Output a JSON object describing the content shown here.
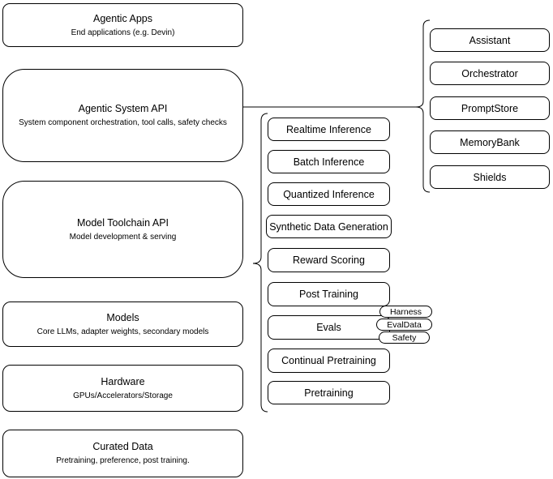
{
  "diagram": {
    "stack": [
      {
        "title": "Agentic Apps",
        "subtitle": "End applications (e.g. Devin)"
      },
      {
        "title": "Agentic System API",
        "subtitle": "System component orchestration, tool calls, safety checks"
      },
      {
        "title": "Model Toolchain API",
        "subtitle": "Model development & serving"
      },
      {
        "title": "Models",
        "subtitle": "Core LLMs, adapter weights, secondary models"
      },
      {
        "title": "Hardware",
        "subtitle": "GPUs/Accelerators/Storage"
      },
      {
        "title": "Curated Data",
        "subtitle": "Pretraining, preference, post training."
      }
    ],
    "toolchain_group": {
      "items": [
        "Realtime Inference",
        "Batch Inference",
        "Quantized Inference",
        "Synthetic Data Generation",
        "Reward Scoring",
        "Post Training",
        "Evals",
        "Continual Pretraining",
        "Pretraining"
      ],
      "evals_tags": [
        "Harness",
        "EvalData",
        "Safety"
      ]
    },
    "system_components_group": {
      "items": [
        "Assistant",
        "Orchestrator",
        "PromptStore",
        "MemoryBank",
        "Shields"
      ]
    }
  },
  "colors": {
    "background": "#ffffff",
    "node_fill": "#ffffff",
    "stroke": "#000000",
    "text": "#000000"
  }
}
